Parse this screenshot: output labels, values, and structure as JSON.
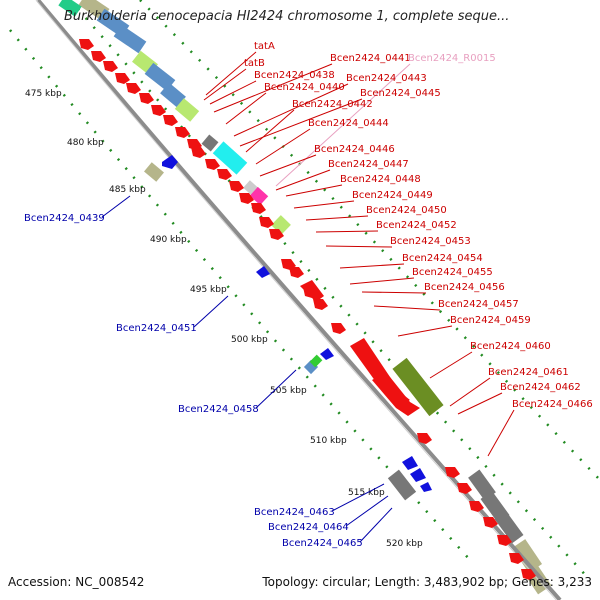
{
  "title": "Burkholderia cenocepacia HI2424 chromosome 1, complete seque...",
  "footer": {
    "accession": "Accession: NC_008542",
    "stats": "Topology: circular; Length: 3,483,902 bp; Genes: 3,233"
  },
  "ticks": [
    "475 kbp",
    "480 kbp",
    "485 kbp",
    "490 kbp",
    "495 kbp",
    "500 kbp",
    "505 kbp",
    "510 kbp",
    "515 kbp",
    "520 kbp"
  ],
  "labels_right": [
    {
      "text": "tatA",
      "color": "#cc0000"
    },
    {
      "text": "tatB",
      "color": "#cc0000"
    },
    {
      "text": "Bcen2424_0438",
      "color": "#cc0000"
    },
    {
      "text": "Bcen2424_0441",
      "color": "#cc0000"
    },
    {
      "text": "Bcen2424_R0015",
      "color": "#e8a0c0"
    },
    {
      "text": "Bcen2424_0440",
      "color": "#cc0000"
    },
    {
      "text": "Bcen2424_0443",
      "color": "#cc0000"
    },
    {
      "text": "Bcen2424_0445",
      "color": "#cc0000"
    },
    {
      "text": "Bcen2424_0442",
      "color": "#cc0000"
    },
    {
      "text": "Bcen2424_0444",
      "color": "#cc0000"
    },
    {
      "text": "Bcen2424_0446",
      "color": "#cc0000"
    },
    {
      "text": "Bcen2424_0447",
      "color": "#cc0000"
    },
    {
      "text": "Bcen2424_0448",
      "color": "#cc0000"
    },
    {
      "text": "Bcen2424_0449",
      "color": "#cc0000"
    },
    {
      "text": "Bcen2424_0450",
      "color": "#cc0000"
    },
    {
      "text": "Bcen2424_0452",
      "color": "#cc0000"
    },
    {
      "text": "Bcen2424_0453",
      "color": "#cc0000"
    },
    {
      "text": "Bcen2424_0454",
      "color": "#cc0000"
    },
    {
      "text": "Bcen2424_0455",
      "color": "#cc0000"
    },
    {
      "text": "Bcen2424_0456",
      "color": "#cc0000"
    },
    {
      "text": "Bcen2424_0457",
      "color": "#cc0000"
    },
    {
      "text": "Bcen2424_0459",
      "color": "#cc0000"
    },
    {
      "text": "Bcen2424_0460",
      "color": "#cc0000"
    },
    {
      "text": "Bcen2424_0461",
      "color": "#cc0000"
    },
    {
      "text": "Bcen2424_0462",
      "color": "#cc0000"
    },
    {
      "text": "Bcen2424_0466",
      "color": "#cc0000"
    }
  ],
  "labels_left": [
    {
      "text": "Bcen2424_0439",
      "color": "#0000aa"
    },
    {
      "text": "Bcen2424_0451",
      "color": "#0000aa"
    },
    {
      "text": "Bcen2424_0458",
      "color": "#0000aa"
    },
    {
      "text": "Bcen2424_0463",
      "color": "#0000aa"
    },
    {
      "text": "Bcen2424_0464",
      "color": "#0000aa"
    },
    {
      "text": "Bcen2424_0465",
      "color": "#0000aa"
    }
  ],
  "colors": {
    "backbone": "#8c8c8c",
    "forward_cds": "#ee1111",
    "reverse_cds": "#1111dd",
    "tick_dots": "#228b22",
    "right_label": "#cc0000",
    "left_label": "#0000aa"
  }
}
